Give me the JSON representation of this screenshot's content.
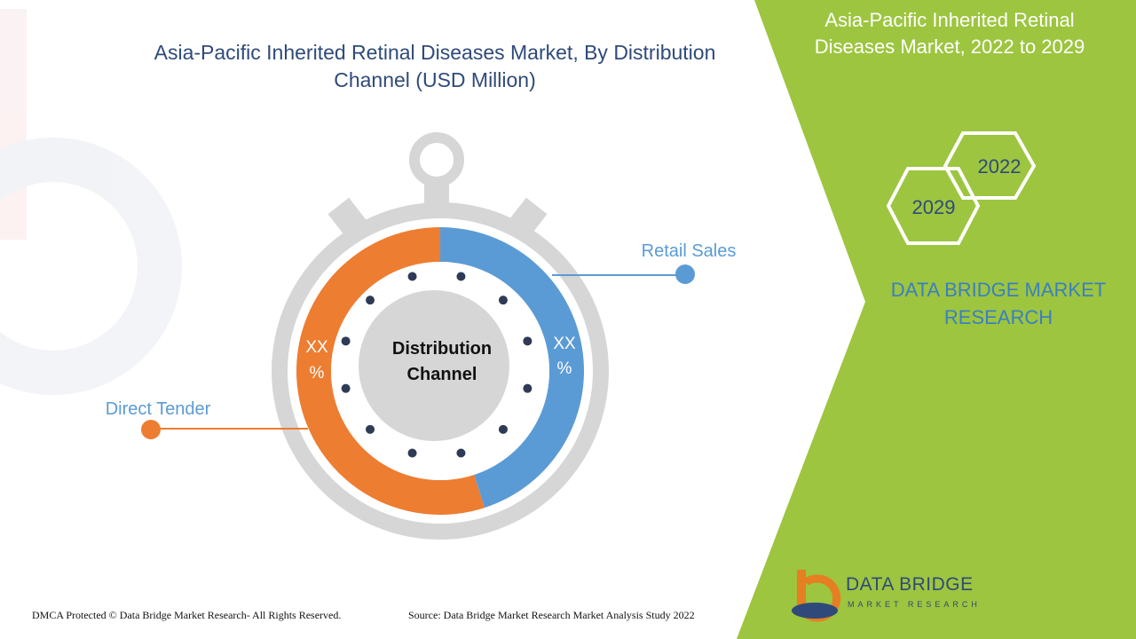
{
  "chart_title": "Asia-Pacific Inherited Retinal Diseases Market, By Distribution Channel (USD Million)",
  "side_panel": {
    "title": "Asia-Pacific Inherited Retinal Diseases Market, 2022 to 2029",
    "years": [
      "2022",
      "2029"
    ],
    "brand_text": "DATA BRIDGE MARKET RESEARCH"
  },
  "footer": {
    "copyright": "DMCA Protected © Data Bridge Market Research- All Rights Reserved.",
    "source": "Source: Data Bridge Market Research Market Analysis Study 2022"
  },
  "logo": {
    "name": "DATA BRIDGE",
    "sub": "MARKET RESEARCH"
  },
  "colors": {
    "retail": "#5b9bd5",
    "tender": "#ed7d31",
    "green_panel": "#9dc53f",
    "title_blue": "#2f4a7a",
    "dial_gray": "#d6d6d6"
  },
  "chart_data": {
    "type": "pie",
    "center_label": [
      "Distribution",
      "Channel"
    ],
    "segments": [
      {
        "name": "Retail Sales",
        "value_label": "XX %",
        "share": 0.45,
        "color": "#5b9bd5"
      },
      {
        "name": "Direct Tender",
        "value_label": "XX %",
        "share": 0.55,
        "color": "#ed7d31"
      }
    ]
  }
}
